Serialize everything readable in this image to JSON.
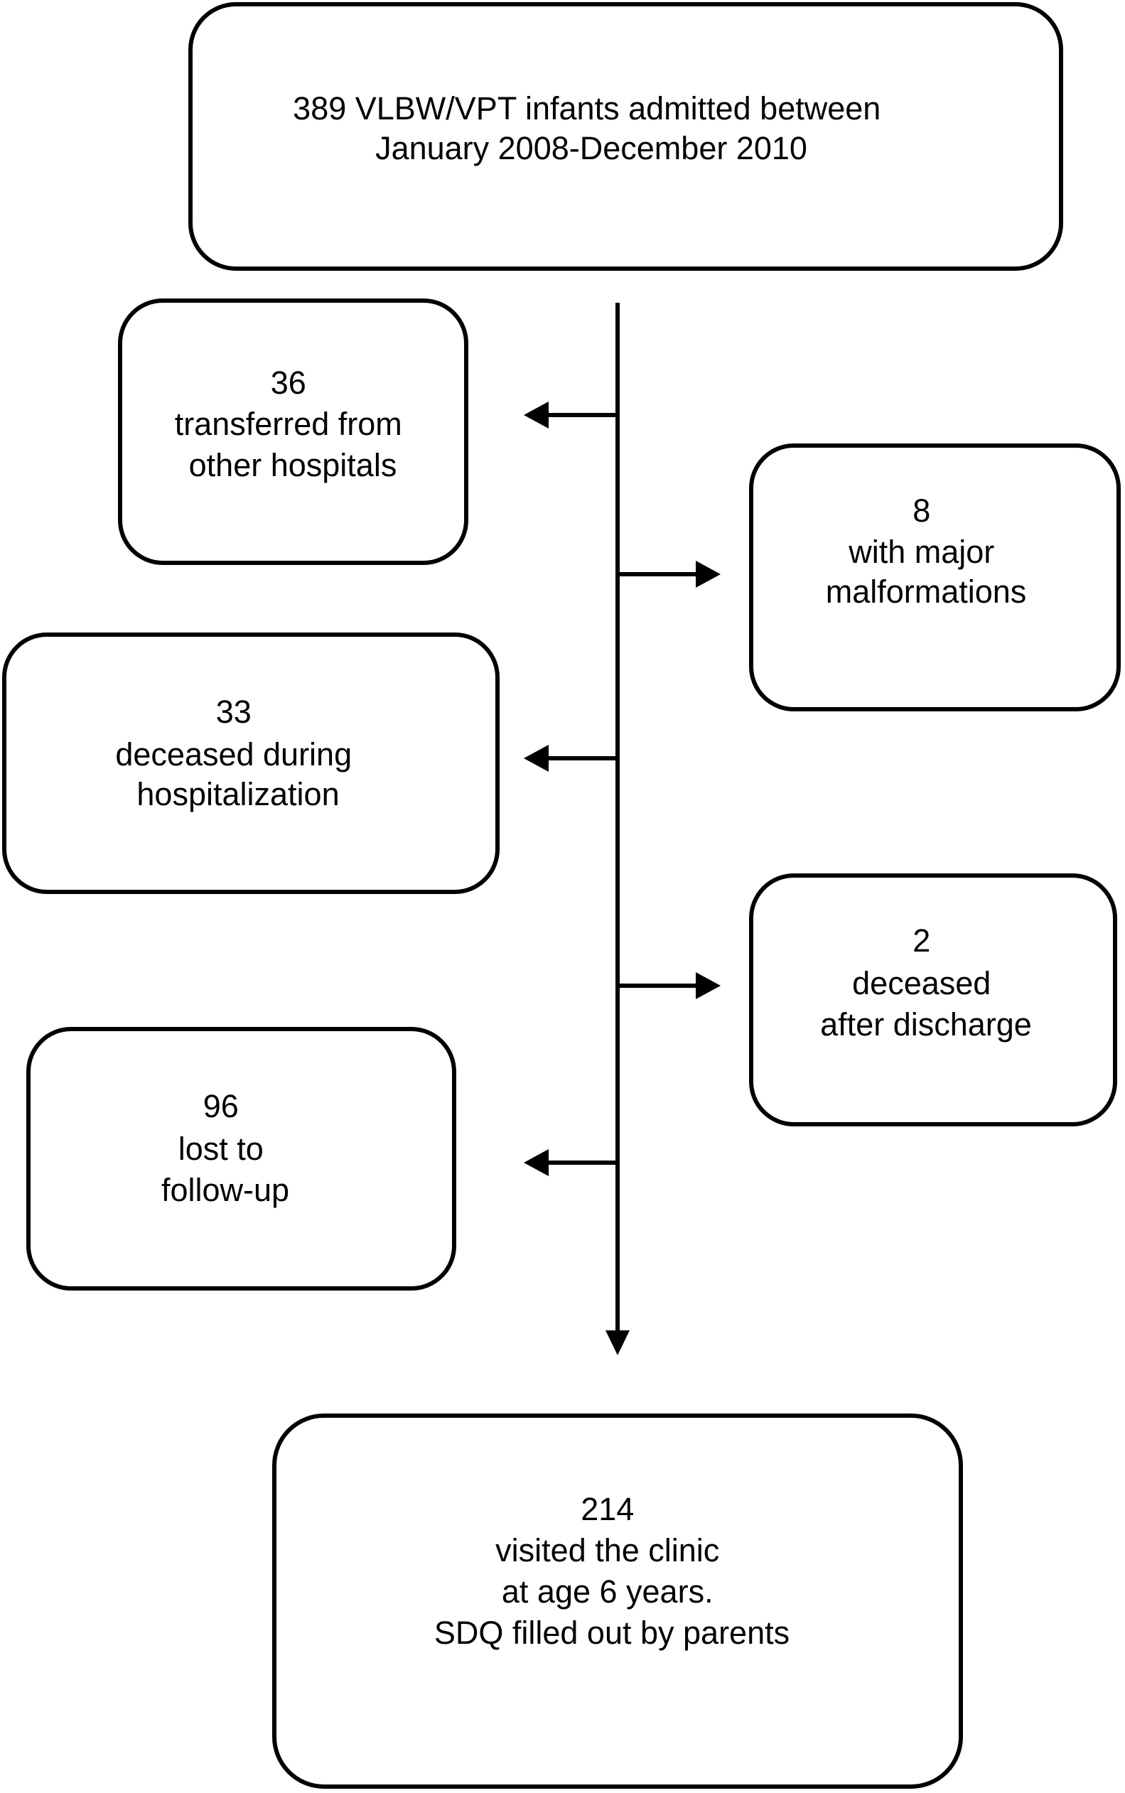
{
  "flowchart": {
    "colors": {
      "stroke": "#000000",
      "background": "#ffffff"
    },
    "top": {
      "lines": [
        "389 VLBW/VPT infants admitted between",
        "January 2008-December 2010"
      ]
    },
    "exclusions": [
      {
        "count": "36",
        "label": [
          "transferred from",
          "other hospitals"
        ]
      },
      {
        "count": "8",
        "label": [
          "with major",
          "malformations"
        ]
      },
      {
        "count": "33",
        "label": [
          "deceased during",
          "hospitalization"
        ]
      },
      {
        "count": "2",
        "label": [
          "deceased",
          "after discharge"
        ]
      },
      {
        "count": "96",
        "label": [
          "lost to",
          "follow-up"
        ]
      }
    ],
    "final": {
      "count": "214",
      "label": [
        "visited the clinic",
        "at age 6 years.",
        "SDQ filled out by parents"
      ]
    }
  }
}
